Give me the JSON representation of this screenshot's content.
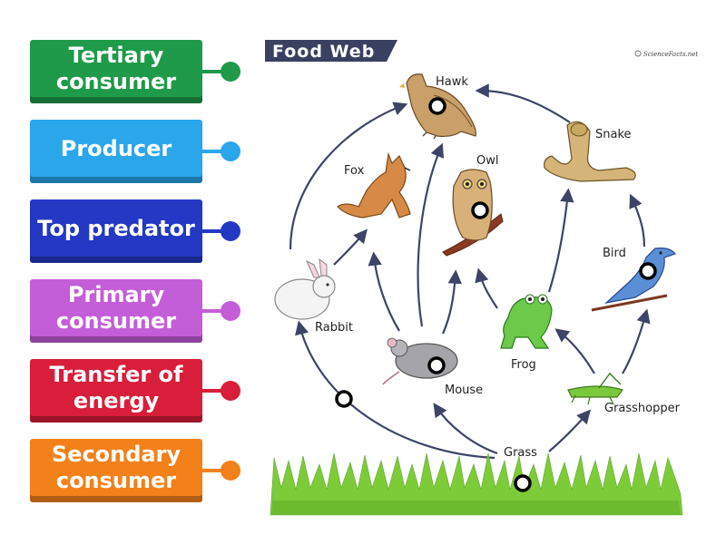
{
  "tiles": [
    {
      "label": "Tertiary consumer",
      "color": "#1f9a4a"
    },
    {
      "label": "Producer",
      "color": "#2aa6ea"
    },
    {
      "label": "Top predator",
      "color": "#2438c4"
    },
    {
      "label": "Primary consumer",
      "color": "#c45ed8"
    },
    {
      "label": "Transfer of energy",
      "color": "#d81e3a"
    },
    {
      "label": "Secondary consumer",
      "color": "#f4801a"
    }
  ],
  "diagram": {
    "title": "Food Web",
    "brand": "ScienceFacts.net",
    "organisms": {
      "hawk": "Hawk",
      "snake": "Snake",
      "fox": "Fox",
      "owl": "Owl",
      "bird": "Bird",
      "rabbit": "Rabbit",
      "frog": "Frog",
      "mouse": "Mouse",
      "grasshopper": "Grasshopper",
      "grass": "Grass"
    }
  },
  "colors": {
    "arrow": "#3d4466",
    "banner": "#3a4060",
    "grass": "#7ecb3a"
  }
}
